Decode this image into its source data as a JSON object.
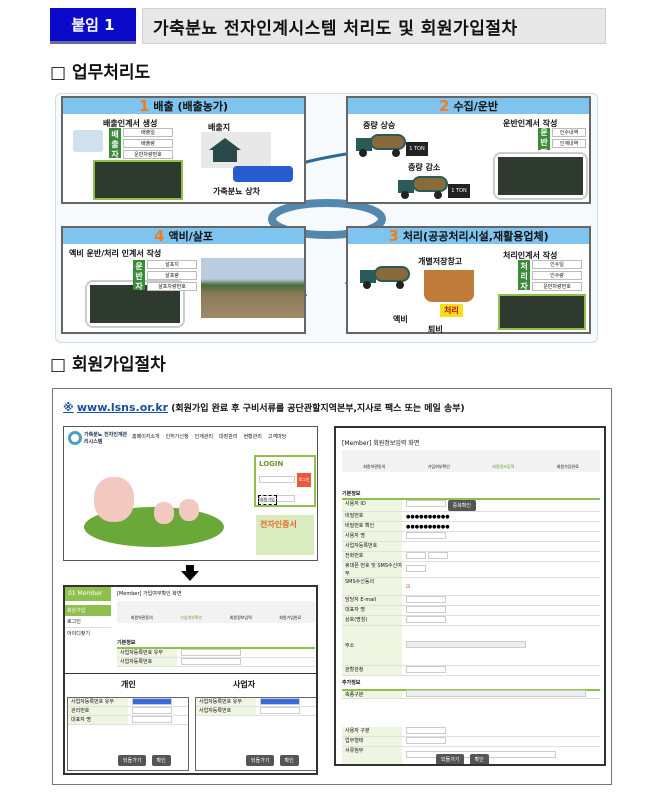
{
  "header": {
    "badge": "붙임 1",
    "title": "가축분뇨 전자인계시스템 처리도 및 회원가입절차"
  },
  "section1": {
    "title": "□ 업무처리도"
  },
  "diagram": {
    "panels": [
      {
        "num": "1",
        "title": "배출 (배출농가)",
        "caption": "배출인계서 생성",
        "side_label": "배출자",
        "fields": [
          "배출일",
          "배출량",
          "운반차량번호"
        ],
        "place": "배출지",
        "bottom": "가축분뇨 상차"
      },
      {
        "num": "2",
        "title": "수집/운반",
        "up": "중량 상승",
        "down": "중량 감소",
        "ton": "1 TON",
        "caption": "운반인계서 작성",
        "side_label": "운반자",
        "fields": [
          "인수내역",
          "인계내역"
        ]
      },
      {
        "num": "3",
        "title": "처리(공공처리시설,재활용업체)",
        "storage": "개별저장창고",
        "process": "처리",
        "out1": "액비",
        "out2": "퇴비",
        "caption": "처리인계서 작성",
        "side_label": "처리자",
        "fields": [
          "인수일",
          "인수량",
          "운반차량번호"
        ]
      },
      {
        "num": "4",
        "title": "액비/살포",
        "caption": "액비 운반/처리 인계서 작성",
        "side_label": "운반자",
        "fields": [
          "살포지",
          "살포량",
          "살포차량번호"
        ]
      }
    ]
  },
  "section2": {
    "title": "□ 회원가입절차"
  },
  "signup": {
    "note_mark": "※",
    "url": "www.lsns.or.kr",
    "note": "(회원가입 완료 후 구비서류를 공단관할지역본부,지사로 팩스 또는 메일 송부)",
    "home": {
      "logo": "가축분뇨 전자인계관리시스템",
      "nav": [
        "홈페이지소개",
        "인허가신청",
        "인계관리",
        "대장관리",
        "현황관리",
        "고객마당"
      ],
      "login": "LOGIN",
      "login_btn": "로그인",
      "join": "회원가입",
      "banner": "전자인증서"
    },
    "member": {
      "side_title": "01 Member",
      "side": [
        "회원가입",
        "로그인",
        "아이디찾기"
      ],
      "page_title": "[Member] 가입여부확인 화면",
      "steps": [
        "회원약관동의",
        "가입여부확인",
        "회원정보입력",
        "회원가입완료"
      ],
      "section": "기본정보",
      "rows": [
        "사업자등록번호 유무",
        "사업자등록번호"
      ]
    },
    "personal": {
      "label": "개인",
      "rows": [
        "사업자등록번호 유무",
        "관리번호",
        "대표자 명"
      ]
    },
    "business": {
      "label": "사업자",
      "rows": [
        "사업자등록번호 유무",
        "사업자등록번호"
      ]
    },
    "back": "되돌가기",
    "ok": "확인",
    "form": {
      "page_title": "[Member] 회원정보입력 화면",
      "steps": [
        "회원약관동의",
        "가입여부확인",
        "회원정보입력",
        "회원가입완료"
      ],
      "section": "기본정보",
      "rows": [
        "사용자 ID",
        "비밀번호",
        "비밀번호 확인",
        "사용자 명",
        "사업자등록번호",
        "전화번호",
        "휴대폰 번호 및 SMS수신여부",
        "SMS수신동의",
        "담당자 E-mail",
        "대표자 명",
        "상호(명칭)",
        "주소",
        "관할관청"
      ],
      "password": "●●●●●●●●●●",
      "dup_check": "중복확인",
      "extra_section": "추가정보",
      "extra_rows": [
        "축종구분",
        "사용자 구분",
        "업무형태",
        "서류첨부"
      ],
      "back": "되돌가기",
      "ok": "확인"
    }
  }
}
